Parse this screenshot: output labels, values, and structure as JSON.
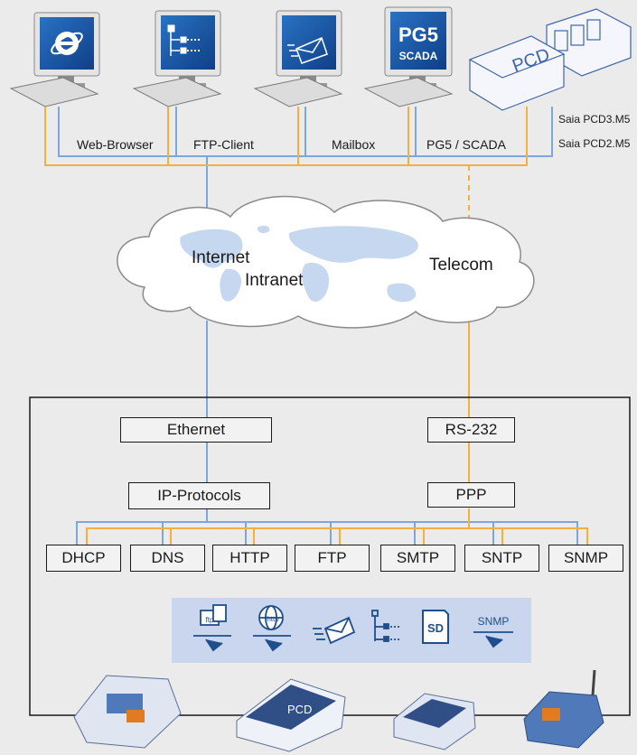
{
  "clients": [
    {
      "label": "Web-Browser",
      "icon": "internet-explorer-icon"
    },
    {
      "label": "FTP-Client",
      "icon": "ftp-tree-icon"
    },
    {
      "label": "Mailbox",
      "icon": "mail-icon"
    },
    {
      "label": "PG5 / SCADA",
      "icon": "pg5-scada-icon",
      "screen_text": [
        "PG5",
        "SCADA"
      ]
    }
  ],
  "devices": {
    "top": "Saia PCD3.M5",
    "bottom": "Saia PCD2.M5"
  },
  "cloud": {
    "internet": "Internet",
    "intranet": "Intranet",
    "telecom": "Telecom"
  },
  "stack": {
    "ethernet": "Ethernet",
    "rs232": "RS-232",
    "ip_protocols": "IP-Protocols",
    "ppp": "PPP",
    "protocols": [
      "DHCP",
      "DNS",
      "HTTP",
      "FTP",
      "SMTP",
      "SNTP",
      "SNMP"
    ]
  },
  "service_icons": [
    {
      "name": "ftp-hand-icon",
      "text": "ftp"
    },
    {
      "name": "http-globe-icon",
      "text": "http"
    },
    {
      "name": "email-icon",
      "text": ""
    },
    {
      "name": "file-tree-icon",
      "text": ""
    },
    {
      "name": "sd-card-icon",
      "text": "SD"
    },
    {
      "name": "snmp-hand-icon",
      "text": "SNMP"
    }
  ],
  "colors": {
    "ethernet_line": "#7ea6d8",
    "serial_line": "#f3b03e",
    "monitor_blue": "#1d5ca8",
    "icon_blue": "#1f4e8c",
    "tray": "#c9d6ee"
  }
}
